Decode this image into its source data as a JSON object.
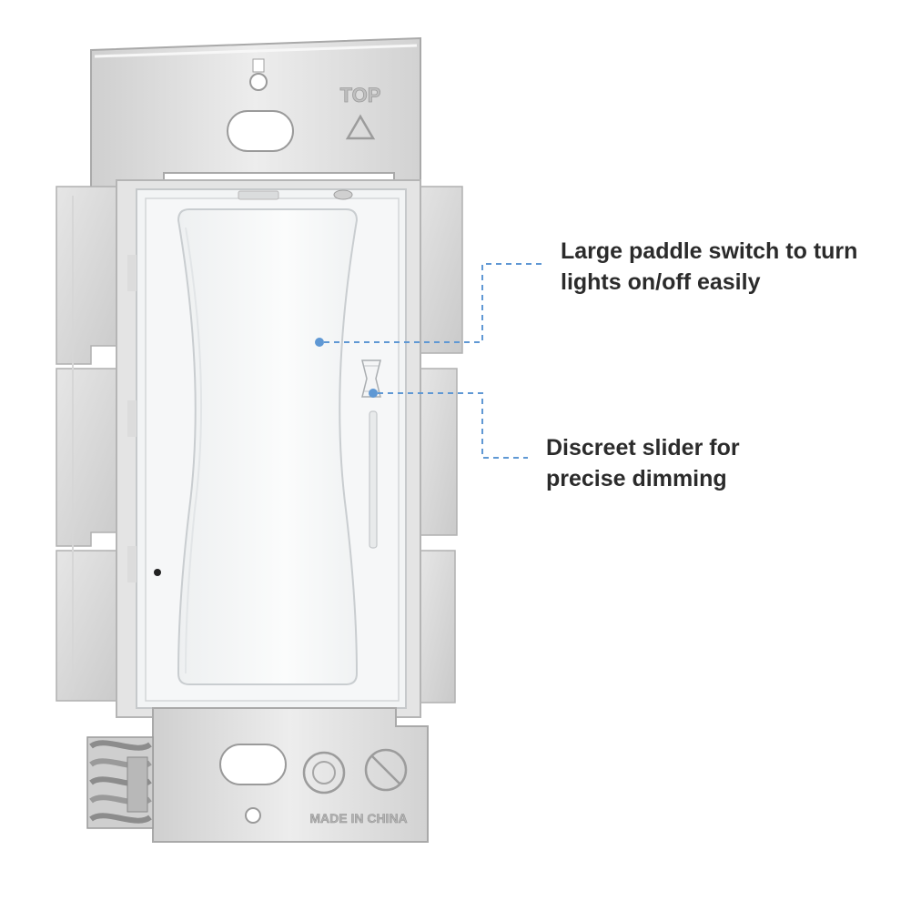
{
  "device": {
    "top_marking": "TOP",
    "origin_marking": "MADE IN CHINA"
  },
  "callouts": {
    "paddle": {
      "line1": "Large paddle switch to turn",
      "line2": "lights on/off easily"
    },
    "slider": {
      "line1": "Discreet slider for",
      "line2": "precise dimming"
    }
  },
  "colors": {
    "background": "#ffffff",
    "metal": "#dcdcdc",
    "metal_dark": "#b8b8b8",
    "plastic": "#f1f3f4",
    "paddle": "#f8f9fa",
    "leader_line": "#5f98d4",
    "text": "#2b2b2b"
  }
}
